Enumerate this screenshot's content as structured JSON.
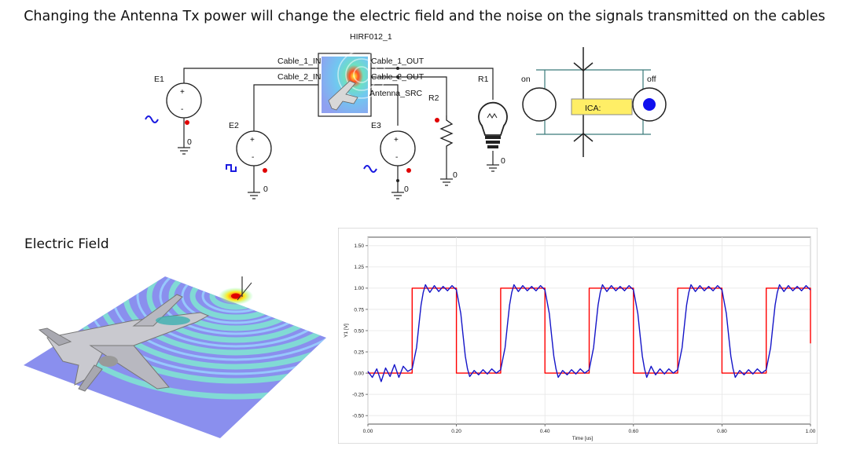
{
  "headline": "Changing the Antenna Tx power will change the electric field and the noise on the signals transmitted on the cables",
  "schematic": {
    "component_name": "HIRF012_1",
    "ports": {
      "cable1_in": "Cable_1_IN",
      "cable2_in": "Cable_2_IN",
      "cable1_out": "Cable_1_OUT",
      "cable2_out": "Cable_2_OUT",
      "antenna_src": "Antenna_SRC"
    },
    "sources": {
      "e1": "E1",
      "e2": "E2",
      "e3": "E3"
    },
    "resistors": {
      "r1": "R1",
      "r2": "R2"
    },
    "ground_label": "0",
    "switch": {
      "on": "on",
      "off": "off",
      "ica": "ICA:"
    },
    "colors": {
      "wire": "#222222",
      "probe": "#e00000",
      "ica_fill": "#ffee66",
      "led": "#1010ee",
      "switch_wire": "#3a7a7a"
    }
  },
  "efield_label": "Electric Field",
  "chart_data": {
    "type": "line",
    "xlabel": "Time [us]",
    "ylabel": "Y1 [V]",
    "xlim": [
      0,
      1
    ],
    "ylim": [
      -0.6,
      1.6
    ],
    "xticks": [
      "0.00",
      "0.20",
      "0.40",
      "0.60",
      "0.80",
      "1.00"
    ],
    "yticks": [
      "1.50",
      "1.25",
      "1.00",
      "0.75",
      "0.50",
      "0.25",
      "0.00",
      "-0.25",
      "-0.50"
    ],
    "series": [
      {
        "color": "#ff0000",
        "x": [
          0,
          0.1,
          0.1,
          0.2,
          0.2,
          0.3,
          0.3,
          0.4,
          0.4,
          0.5,
          0.5,
          0.6,
          0.6,
          0.7,
          0.7,
          0.8,
          0.8,
          0.9,
          0.9,
          1.0,
          1.0
        ],
        "y": [
          0,
          0,
          1,
          1,
          0,
          0,
          1,
          1,
          0,
          0,
          1,
          1,
          0,
          0,
          1,
          1,
          0,
          0,
          1,
          1,
          0.35
        ]
      },
      {
        "color": "#1515c8",
        "x": [
          0,
          0.01,
          0.02,
          0.03,
          0.04,
          0.05,
          0.06,
          0.07,
          0.08,
          0.09,
          0.1,
          0.11,
          0.115,
          0.12,
          0.125,
          0.13,
          0.14,
          0.15,
          0.16,
          0.17,
          0.18,
          0.19,
          0.2,
          0.21,
          0.215,
          0.22,
          0.225,
          0.23,
          0.24,
          0.25,
          0.26,
          0.27,
          0.28,
          0.29,
          0.3,
          0.31,
          0.315,
          0.32,
          0.325,
          0.33,
          0.34,
          0.35,
          0.36,
          0.37,
          0.38,
          0.39,
          0.4,
          0.41,
          0.415,
          0.42,
          0.425,
          0.43,
          0.44,
          0.45,
          0.46,
          0.47,
          0.48,
          0.49,
          0.5,
          0.51,
          0.515,
          0.52,
          0.525,
          0.53,
          0.54,
          0.55,
          0.56,
          0.57,
          0.58,
          0.59,
          0.6,
          0.61,
          0.615,
          0.62,
          0.625,
          0.63,
          0.64,
          0.65,
          0.66,
          0.67,
          0.68,
          0.69,
          0.7,
          0.71,
          0.715,
          0.72,
          0.725,
          0.73,
          0.74,
          0.75,
          0.76,
          0.77,
          0.78,
          0.79,
          0.8,
          0.81,
          0.815,
          0.82,
          0.825,
          0.83,
          0.84,
          0.85,
          0.86,
          0.87,
          0.88,
          0.89,
          0.9,
          0.91,
          0.915,
          0.92,
          0.925,
          0.93,
          0.94,
          0.95,
          0.96,
          0.97,
          0.98,
          0.99,
          1.0
        ],
        "y": [
          0.02,
          -0.05,
          0.05,
          -0.1,
          0.06,
          -0.04,
          0.1,
          -0.05,
          0.08,
          0.02,
          0.05,
          0.3,
          0.55,
          0.8,
          0.95,
          1.04,
          0.95,
          1.03,
          0.96,
          1.02,
          0.97,
          1.03,
          0.98,
          0.7,
          0.45,
          0.2,
          0.05,
          -0.04,
          0.03,
          -0.02,
          0.04,
          -0.01,
          0.05,
          0.0,
          0.04,
          0.3,
          0.55,
          0.8,
          0.95,
          1.04,
          0.96,
          1.03,
          0.97,
          1.02,
          0.97,
          1.03,
          0.98,
          0.7,
          0.45,
          0.2,
          0.05,
          -0.05,
          0.03,
          -0.02,
          0.04,
          -0.01,
          0.05,
          0.0,
          0.04,
          0.3,
          0.55,
          0.8,
          0.95,
          1.04,
          0.96,
          1.03,
          0.97,
          1.02,
          0.97,
          1.03,
          0.98,
          0.7,
          0.45,
          0.2,
          0.05,
          -0.05,
          0.08,
          -0.02,
          0.05,
          -0.01,
          0.05,
          0.0,
          0.04,
          0.3,
          0.55,
          0.8,
          0.95,
          1.04,
          0.96,
          1.03,
          0.97,
          1.02,
          0.97,
          1.03,
          0.98,
          0.7,
          0.45,
          0.2,
          0.05,
          -0.05,
          0.03,
          -0.02,
          0.04,
          -0.01,
          0.05,
          0.0,
          0.04,
          0.3,
          0.55,
          0.8,
          0.95,
          1.04,
          0.96,
          1.03,
          0.97,
          1.02,
          0.97,
          1.03,
          0.98
        ]
      }
    ]
  }
}
